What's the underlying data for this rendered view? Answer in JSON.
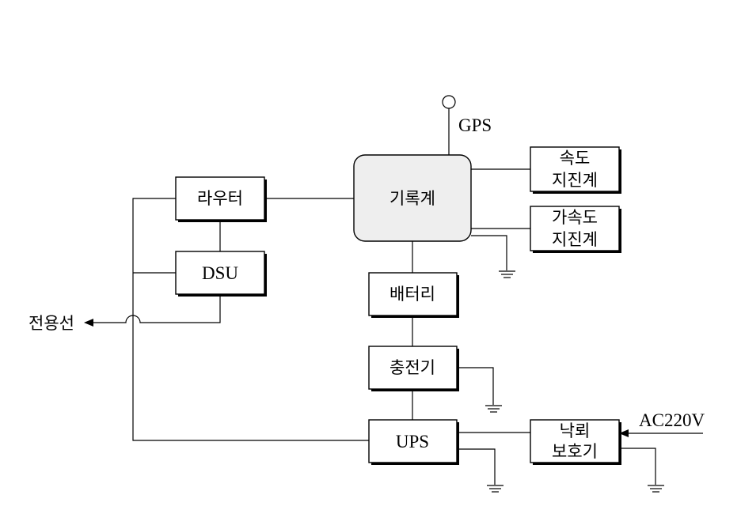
{
  "diagram": {
    "nodes": {
      "recorder": "기록계",
      "router": "라우터",
      "dsu": "DSU",
      "battery": "배터리",
      "charger": "충전기",
      "ups": "UPS",
      "velocity_seismometer": [
        "속도",
        "지진계"
      ],
      "accel_seismometer": [
        "가속도",
        "지진계"
      ],
      "lightning_protector": [
        "낙뢰",
        "보호기"
      ]
    },
    "labels": {
      "gps": "GPS",
      "leased_line": "전용선",
      "ac_input": "AC220V"
    },
    "colors": {
      "line": "#000000",
      "box_fill": "#ffffff",
      "shadow": "#000000"
    }
  }
}
